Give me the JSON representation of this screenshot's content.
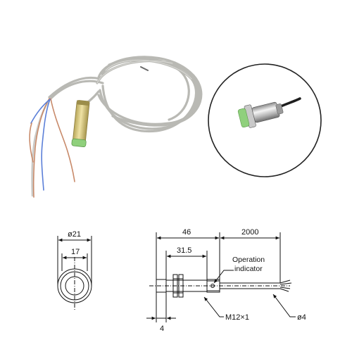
{
  "diagram": {
    "front_view": {
      "outer_diameter_label": "ø21",
      "inner_width_label": "17"
    },
    "side_view": {
      "body_length_label": "46",
      "thread_length_label": "31.5",
      "cable_length_label": "2000",
      "tip_length_label": "4",
      "thread_spec_label": "M12×1",
      "cable_diameter_label": "ø4",
      "indicator_label_line1": "Operation",
      "indicator_label_line2": "indicator"
    }
  },
  "colors": {
    "cable": "#b9b9b4",
    "sensor_body": "#d8c67a",
    "sensor_face": "#8fd07c",
    "wire_brown": "#c88a6a",
    "wire_blue": "#5b7fd8",
    "wire_black": "#2a2a2a"
  }
}
